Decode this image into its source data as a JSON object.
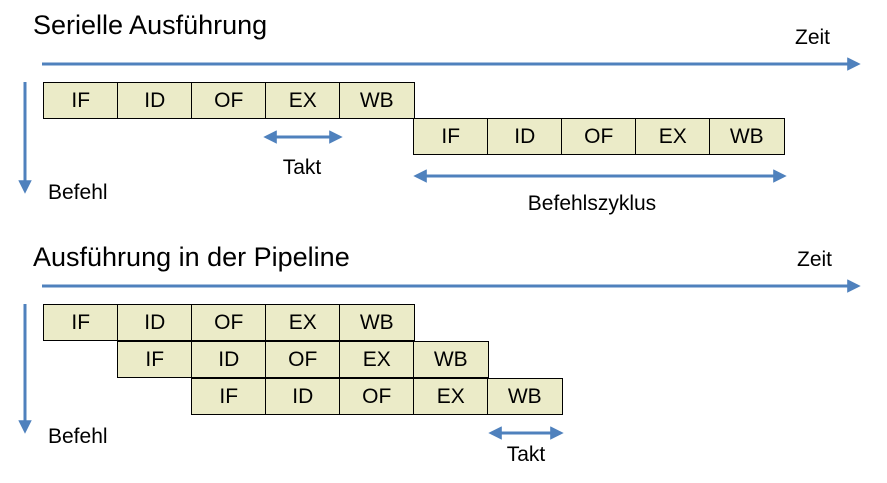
{
  "colors": {
    "accent_blue": "#4F81BD",
    "box_fill": "#EBEBC8",
    "box_border": "#000000",
    "text": "#000000"
  },
  "serial": {
    "title": "Serielle Ausführung",
    "time_label": "Zeit",
    "instruction_label": "Befehl",
    "takt_label": "Takt",
    "cycle_label": "Befehlszyklus",
    "rows": [
      {
        "cells": [
          "IF",
          "ID",
          "OF",
          "EX",
          "WB"
        ]
      },
      {
        "cells": [
          "IF",
          "ID",
          "OF",
          "EX",
          "WB"
        ]
      }
    ]
  },
  "pipeline": {
    "title": "Ausführung in der Pipeline",
    "time_label": "Zeit",
    "instruction_label": "Befehl",
    "takt_label": "Takt",
    "rows": [
      {
        "cells": [
          "IF",
          "ID",
          "OF",
          "EX",
          "WB"
        ]
      },
      {
        "cells": [
          "IF",
          "ID",
          "OF",
          "EX",
          "WB"
        ]
      },
      {
        "cells": [
          "IF",
          "ID",
          "OF",
          "EX",
          "WB"
        ]
      }
    ]
  }
}
